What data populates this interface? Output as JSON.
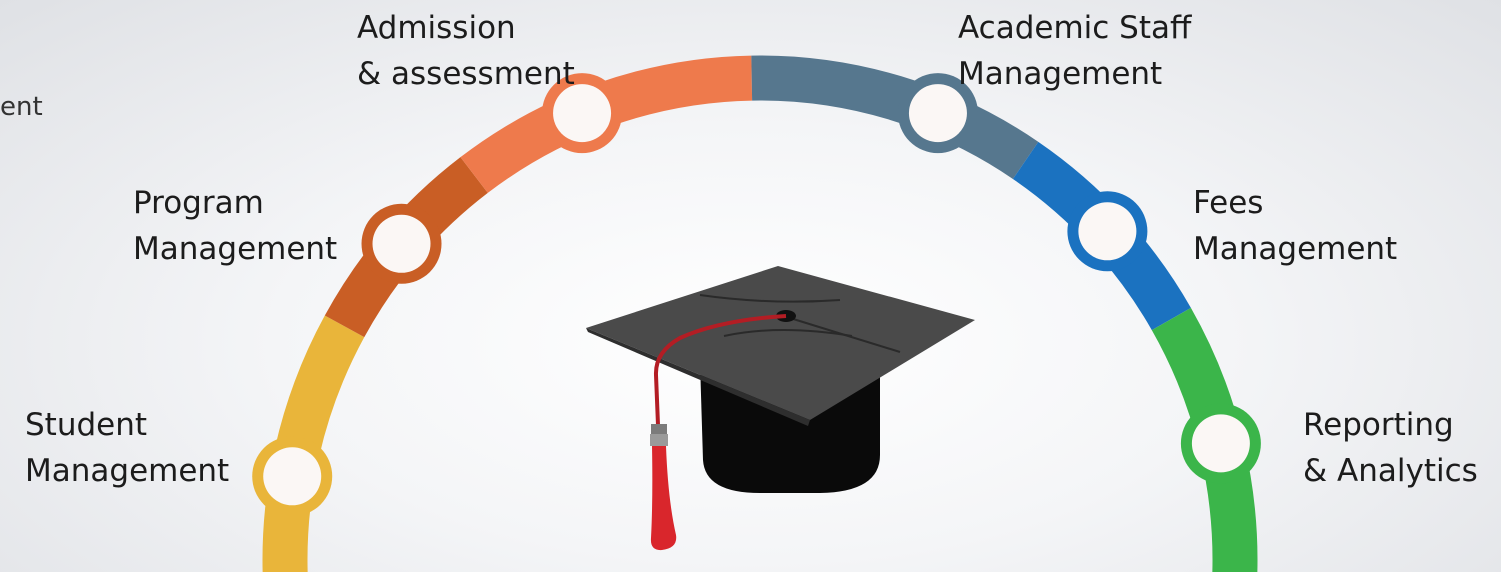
{
  "partial_text": "ent",
  "stages": [
    {
      "id": "student",
      "lines": [
        "Student",
        "Management"
      ],
      "color": "#E9B53A"
    },
    {
      "id": "program",
      "lines": [
        "Program",
        "Management"
      ],
      "color": "#C95E25"
    },
    {
      "id": "admission",
      "lines": [
        "Admission",
        "& assessment"
      ],
      "color": "#EE7A4C"
    },
    {
      "id": "staff",
      "lines": [
        "Academic Staff",
        "Management"
      ],
      "color": "#56778E"
    },
    {
      "id": "fees",
      "lines": [
        "Fees",
        "Management"
      ],
      "color": "#1B72C0"
    },
    {
      "id": "reporting",
      "lines": [
        "Reporting",
        "& Analytics"
      ],
      "color": "#3BB54A"
    }
  ],
  "icon": "graduation-cap-icon"
}
